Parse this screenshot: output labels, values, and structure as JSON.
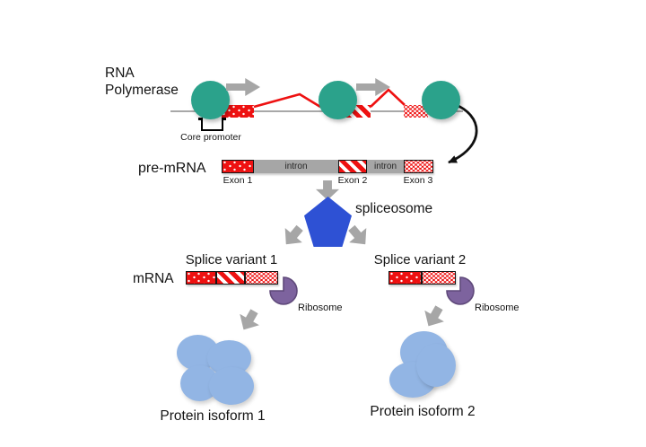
{
  "palette": {
    "polymerase_teal": "#2BA28B",
    "arrow_gray": "#A6A6A6",
    "exon_red": "#EE1111",
    "intron_gray": "#A6A6A6",
    "spliceosome_blue": "#2E51D4",
    "ribosome_purple": "#7D639E",
    "ribosome_purple_border": "#5F497A",
    "protein_blue": "#92B5E4",
    "nascent_rna_red": "#EE1111"
  },
  "transcription": {
    "enzyme_line1": "RNA",
    "enzyme_line2": "Polymerase",
    "core_promoter_label": "Core promoter"
  },
  "pre_mrna": {
    "label": "pre-mRNA",
    "intron_label": "intron",
    "exon_labels": [
      "Exon 1",
      "Exon 2",
      "Exon 3"
    ],
    "segments": [
      "exon-1-dotted",
      "intron",
      "exon-2-striped",
      "intron",
      "exon-3-checkered"
    ]
  },
  "spliceosome": {
    "label": "spliceosome"
  },
  "variants": [
    {
      "title": "Splice variant 1",
      "mrna_label": "mRNA",
      "segments": [
        "exon-1-dotted",
        "exon-2-striped",
        "exon-3-checkered"
      ],
      "ribosome_label": "Ribosome",
      "protein_label": "Protein isoform 1"
    },
    {
      "title": "Splice variant 2",
      "segments": [
        "exon-1-dotted",
        "exon-3-checkered"
      ],
      "ribosome_label": "Ribosome",
      "protein_label": "Protein isoform 2"
    }
  ]
}
